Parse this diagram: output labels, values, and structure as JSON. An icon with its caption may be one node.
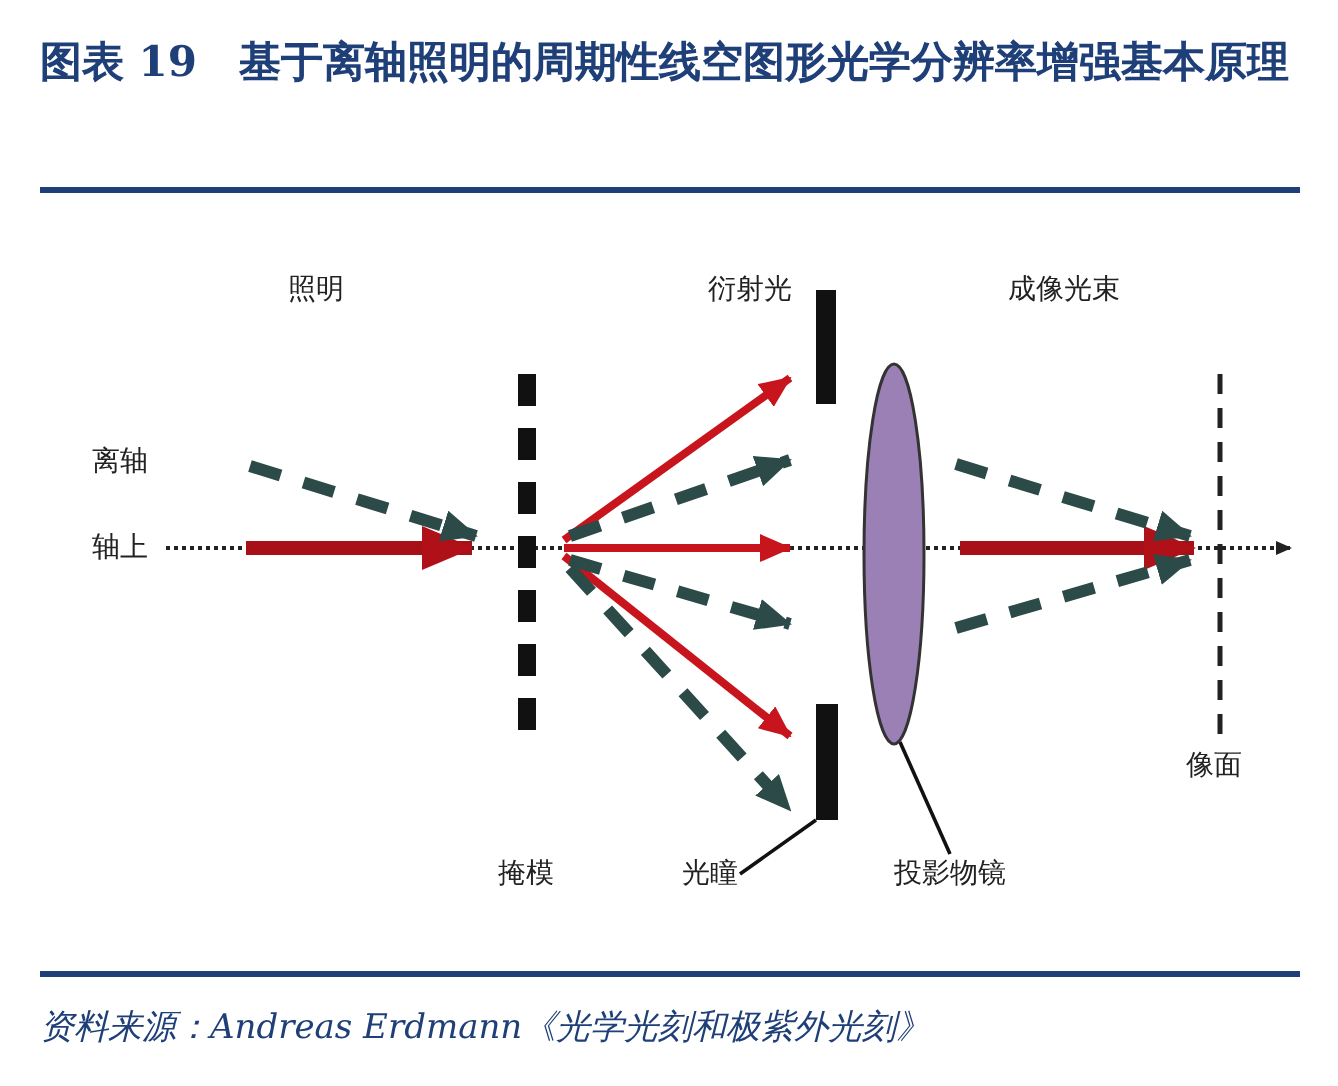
{
  "diagram": {
    "title": "图表 19　基于离轴照明的周期性线空图形光学分辨率增强基本原理",
    "caption": "资料来源：Andreas Erdmann《光学光刻和极紫外光刻》",
    "nodes": [
      {
        "text": [
          "光瞳"
        ]
      },
      {
        "text": [],
        "shape": "bar"
      },
      {
        "text": [
          "投影物镜"
        ]
      },
      {
        "text": [],
        "shape": "lens"
      }
    ],
    "edges": [
      {
        "from": 0,
        "to": 1,
        "arrow": "none"
      },
      {
        "from": 2,
        "to": 3,
        "arrow": "none"
      }
    ],
    "labels": [
      "照明",
      "衍射光",
      "成像光束",
      "离轴",
      "轴上",
      "掩模",
      "像面"
    ]
  }
}
